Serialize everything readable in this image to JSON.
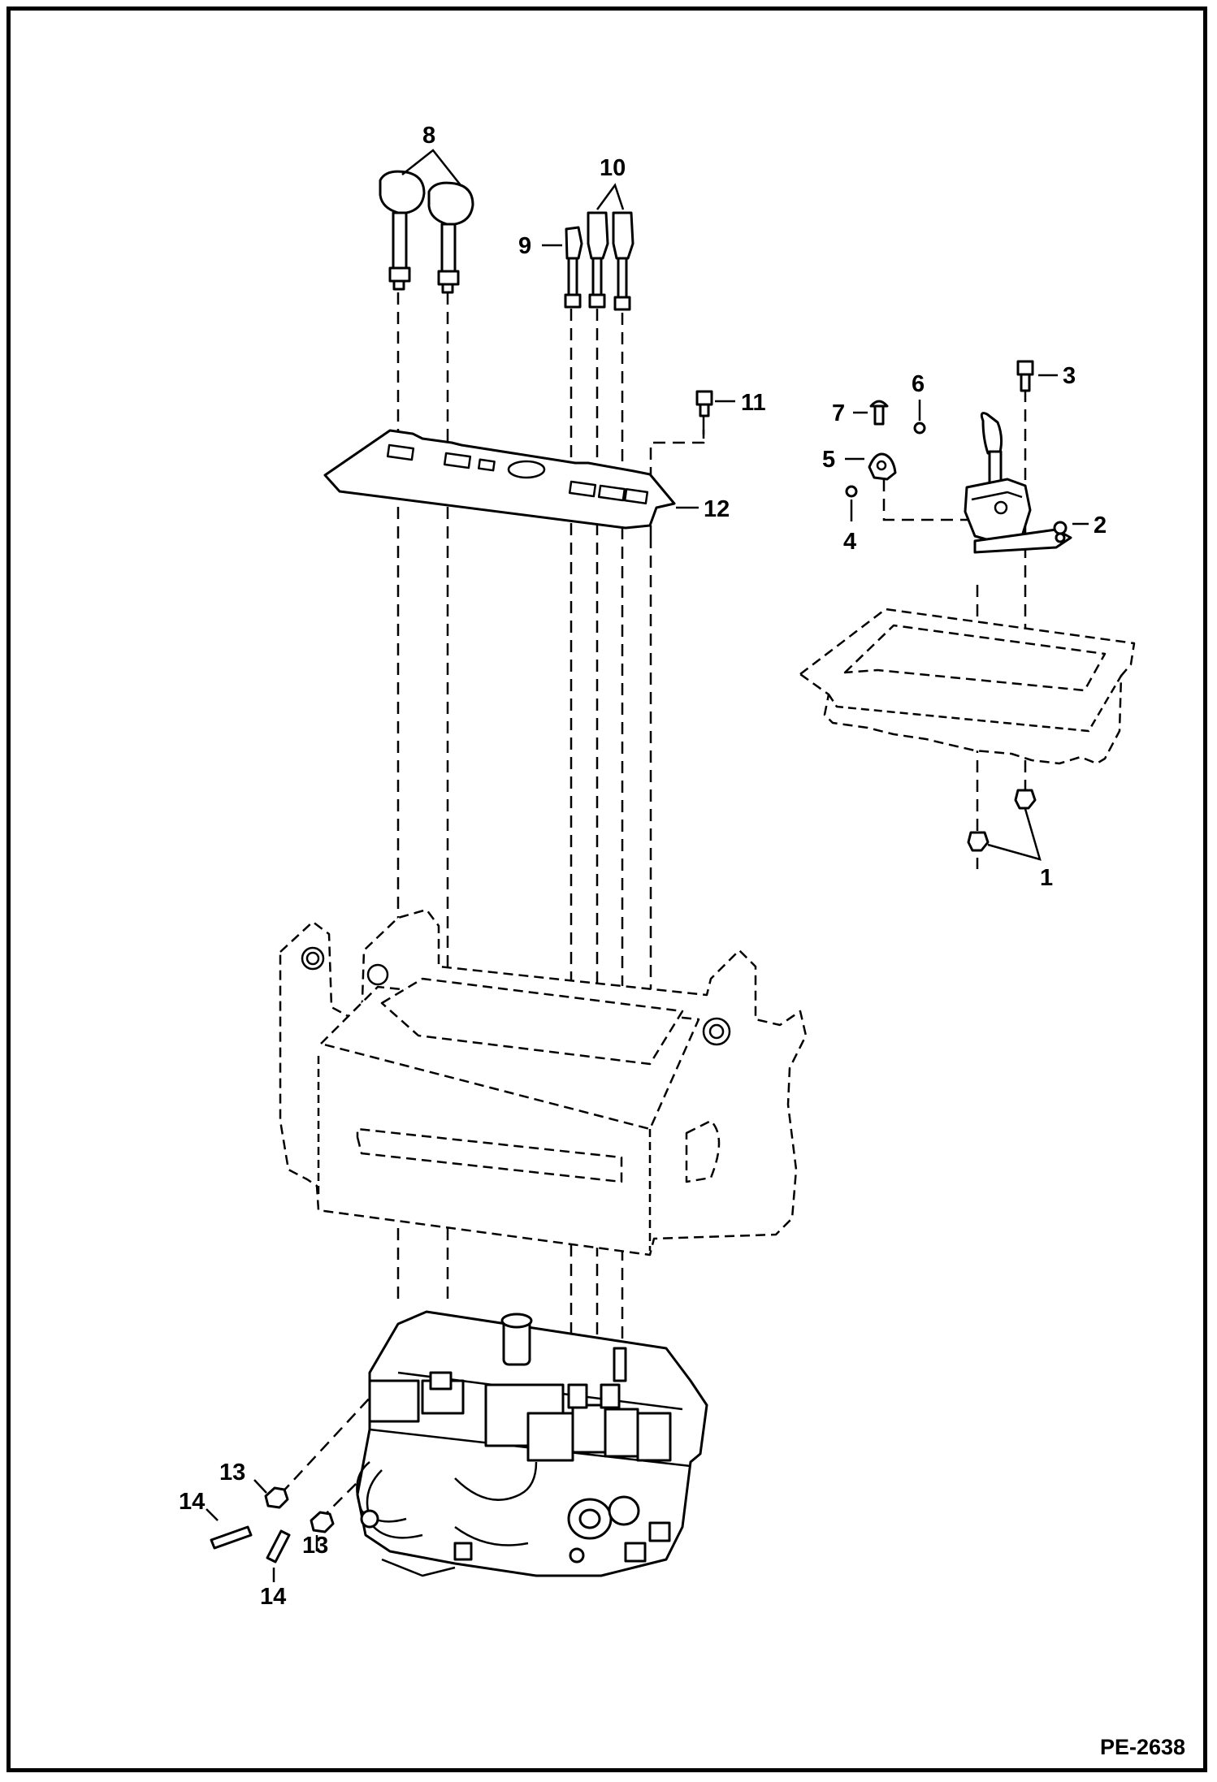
{
  "diagram": {
    "reference_code": "PE-2638",
    "callouts": {
      "c1": "1",
      "c2": "2",
      "c3": "3",
      "c4": "4",
      "c5": "5",
      "c6": "6",
      "c7": "7",
      "c8": "8",
      "c9": "9",
      "c10": "10",
      "c11": "11",
      "c12": "12",
      "c13a": "13",
      "c13b": "13",
      "c14a": "14",
      "c14b": "14"
    }
  }
}
